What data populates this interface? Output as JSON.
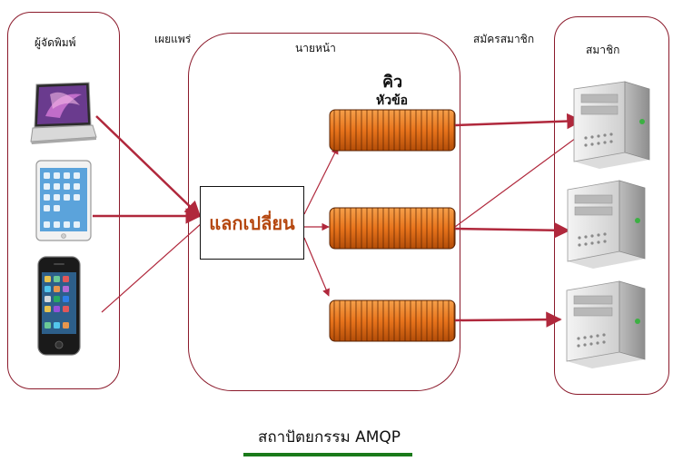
{
  "labels": {
    "publisher": "ผู้จัดพิมพ์",
    "publish": "เผยแพร่",
    "broker": "นายหน้า",
    "subscribe": "สมัครสมาชิก",
    "member": "สมาชิก",
    "queue": "คิว",
    "topic": "หัวข้อ",
    "exchange": "แลกเปลี่ยน",
    "caption": "สถาปัตยกรรม AMQP"
  },
  "icons": {
    "publishers": [
      "laptop-icon",
      "tablet-icon",
      "smartphone-icon"
    ],
    "subscribers": [
      "server-icon",
      "server-icon",
      "server-icon"
    ],
    "queues": [
      "queue-icon",
      "queue-icon",
      "queue-icon"
    ]
  },
  "colors": {
    "border": "#8b1a2b",
    "arrow": "#b0283c",
    "queue": "#e8741c",
    "exchange_text": "#b5470f",
    "underline": "#1a7a1a"
  }
}
